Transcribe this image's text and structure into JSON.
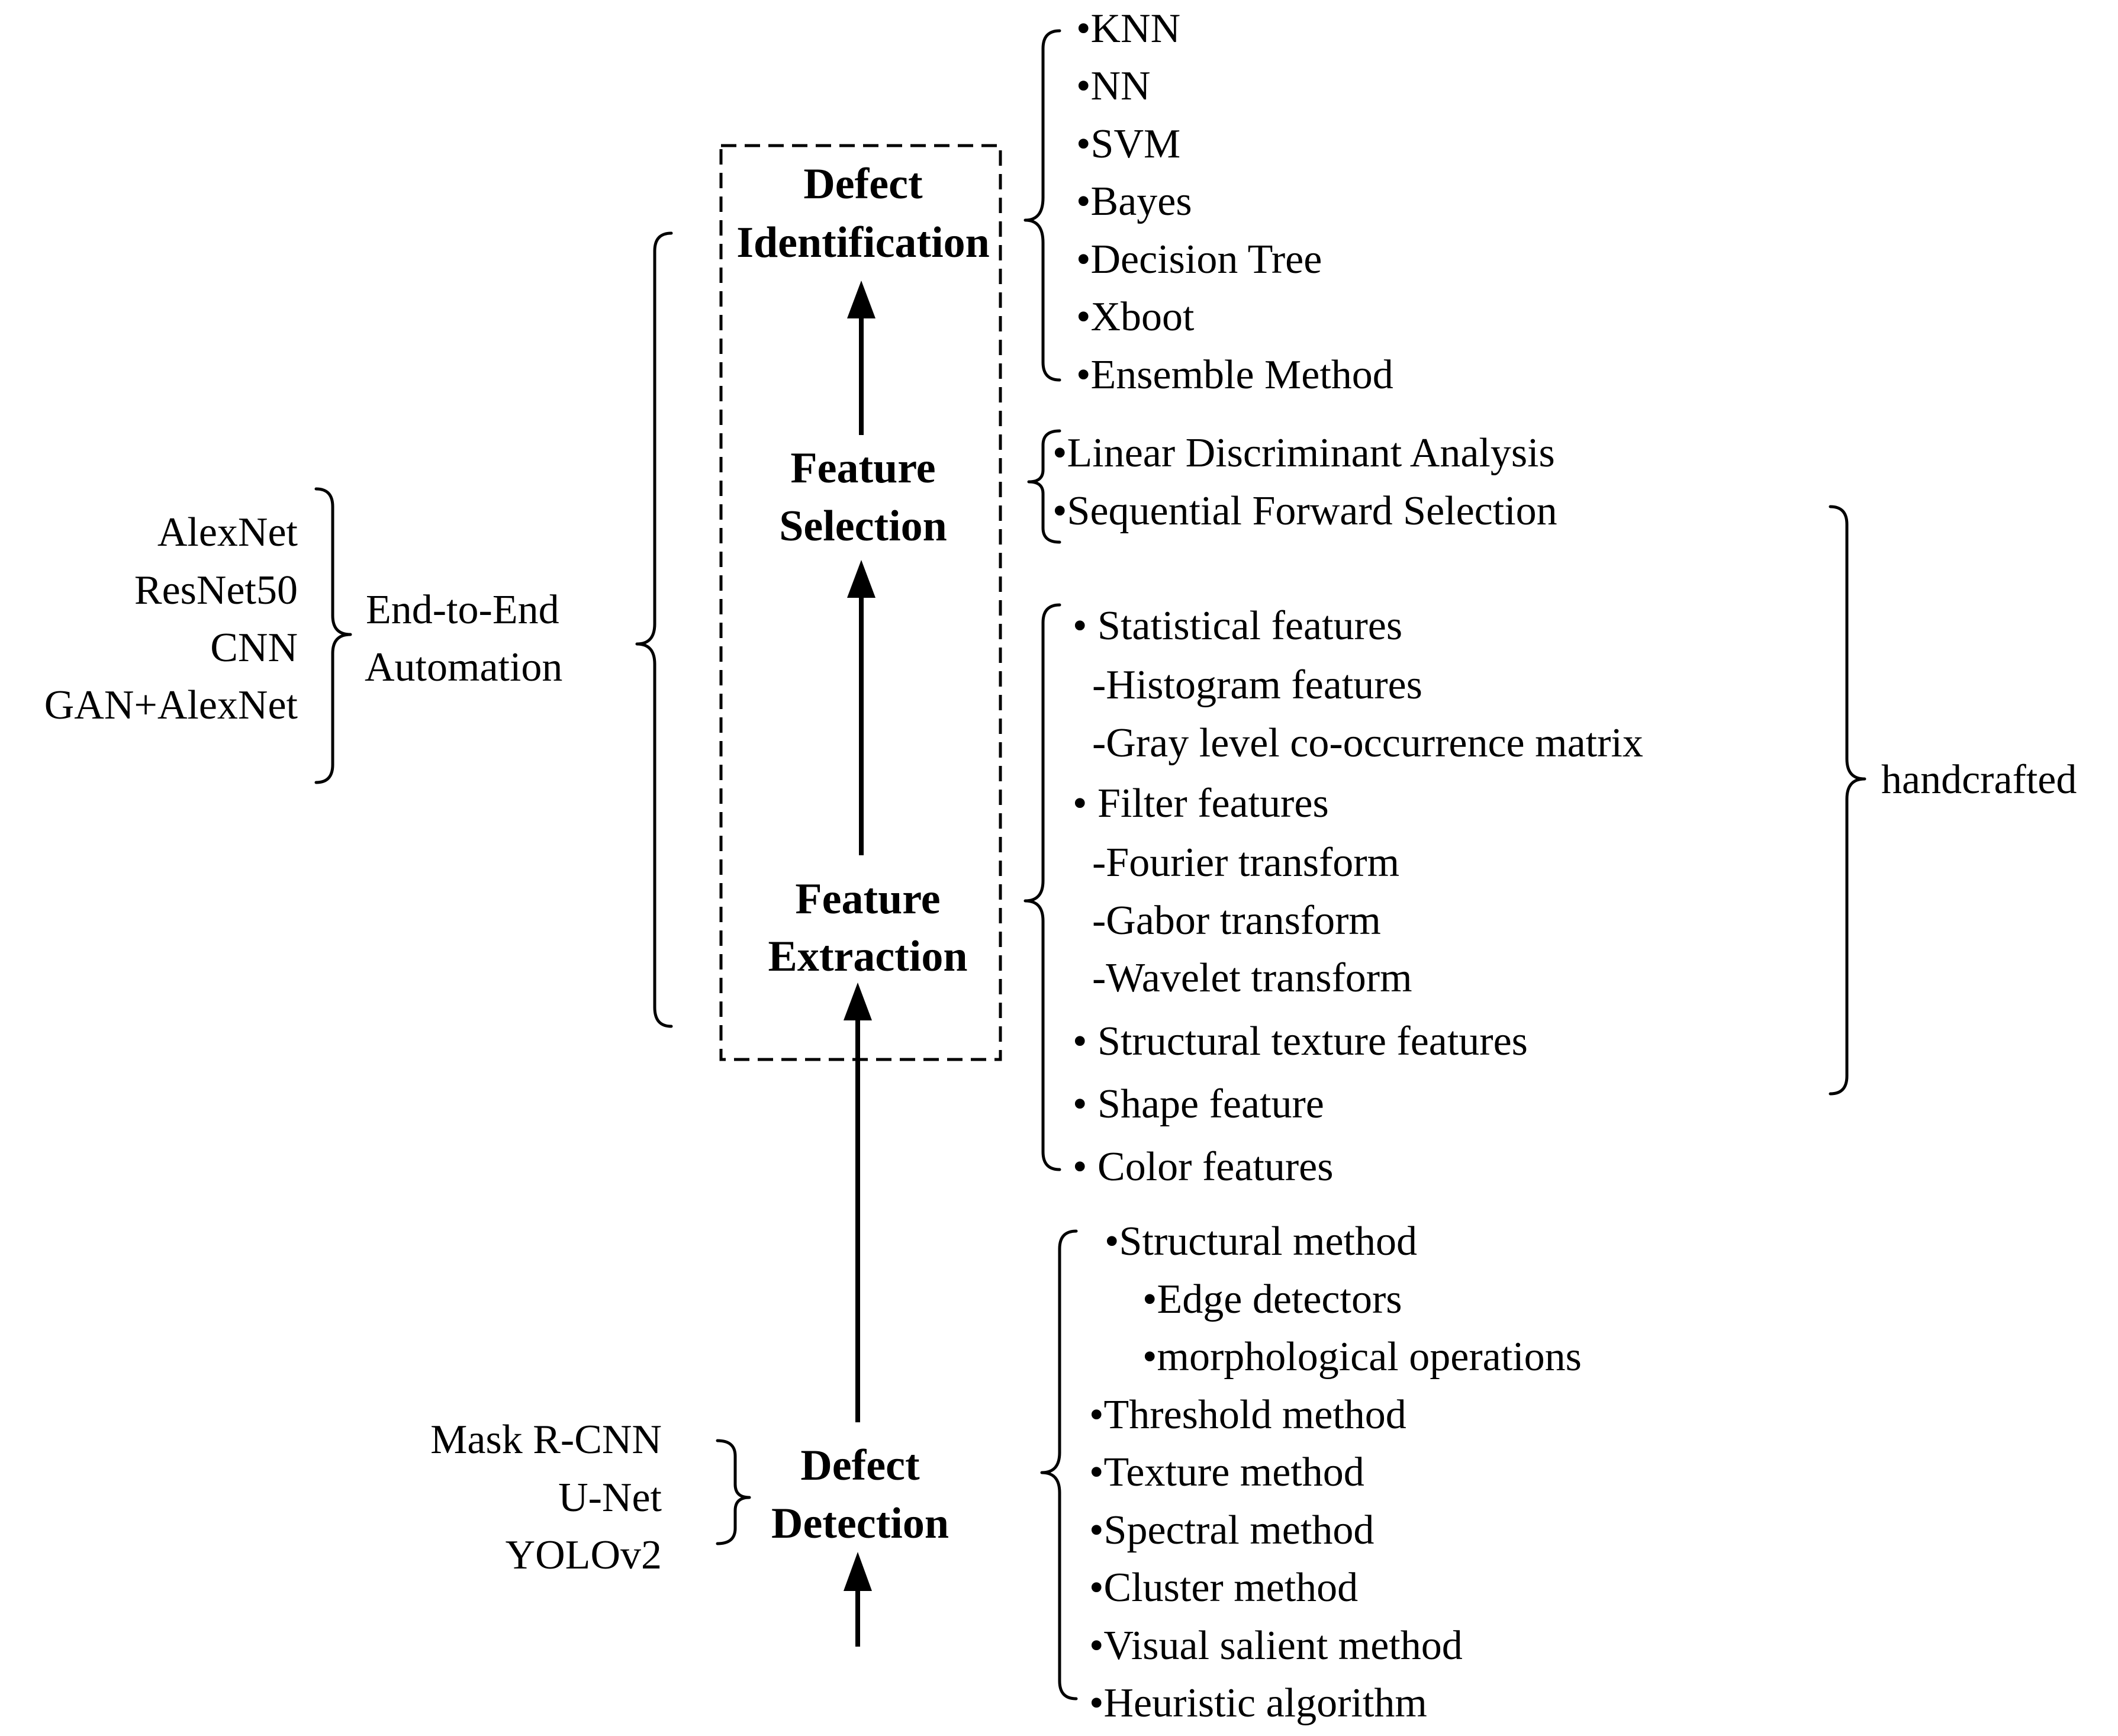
{
  "stages": {
    "defect_identification": [
      "Defect",
      "Identification"
    ],
    "feature_selection": [
      "Feature",
      "Selection"
    ],
    "feature_extraction": [
      "Feature",
      "Extraction"
    ],
    "defect_detection": [
      "Defect",
      "Detection"
    ]
  },
  "classifiers": [
    "•KNN",
    "•NN",
    "•SVM",
    "•Bayes",
    "•Decision Tree",
    "•Xboot",
    "•Ensemble Method"
  ],
  "selection_methods": [
    "•Linear Discriminant Analysis",
    "•Sequential Forward Selection"
  ],
  "feature_types": [
    "•  Statistical features",
    "-Histogram features",
    "-Gray level co-occurrence matrix",
    "•  Filter features",
    "-Fourier transform",
    "-Gabor transform",
    "-Wavelet transform",
    "•  Structural texture features",
    "•   Shape feature",
    "•  Color features"
  ],
  "handcrafted_label": "handcrafted",
  "deep_networks": [
    "AlexNet",
    "ResNet50",
    "CNN",
    "GAN+AlexNet"
  ],
  "end_to_end_label": [
    "End-to-End",
    "Automation"
  ],
  "detection_networks": [
    "Mask R-CNN",
    "U-Net",
    "YOLOv2"
  ],
  "detection_methods": [
    "•Structural method",
    "•Edge detectors",
    "•morphological operations",
    "•Threshold method",
    "•Texture method",
    "•Spectral method",
    "•Cluster method",
    "•Visual salient method",
    "•Heuristic algorithm"
  ]
}
